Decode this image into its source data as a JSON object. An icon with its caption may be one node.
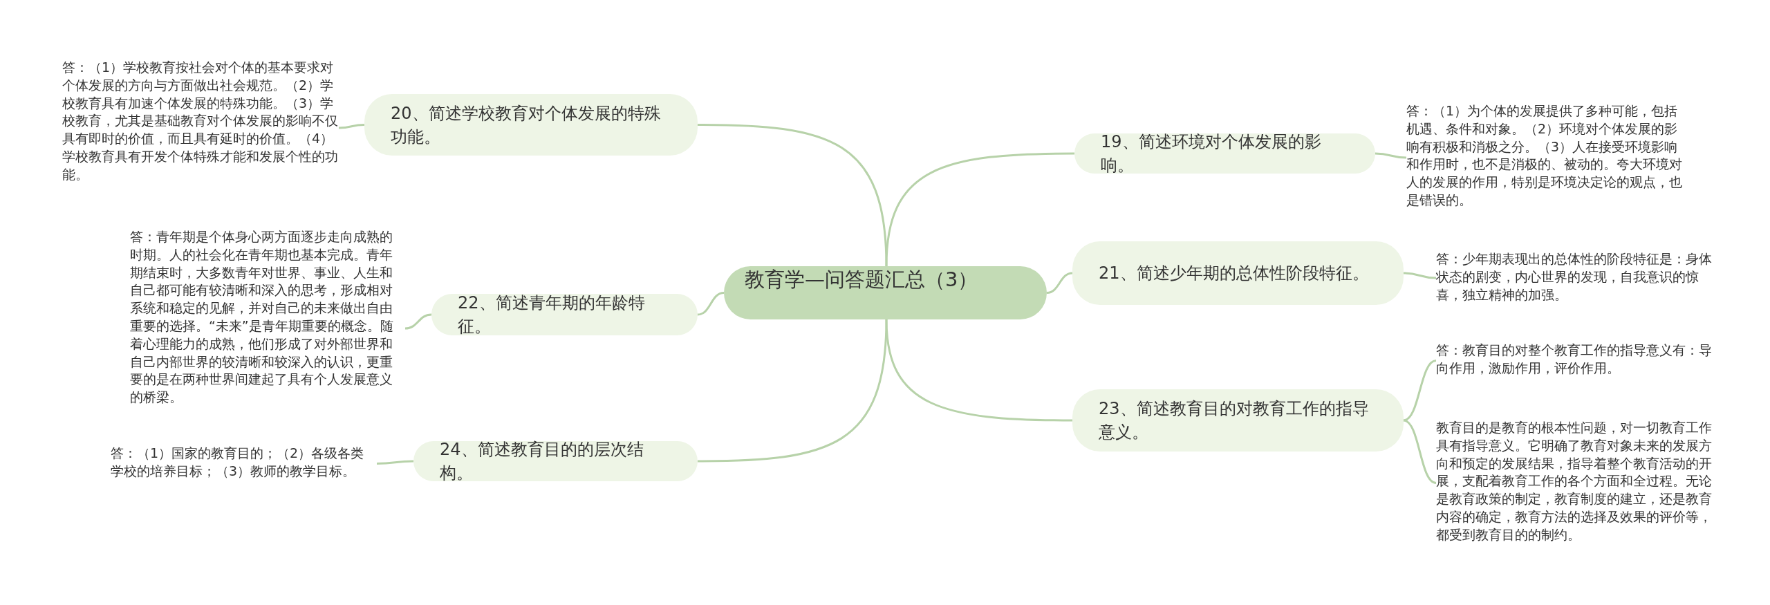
{
  "diagram": {
    "nodes": [
      {
        "text": [
          "教育学—问答题汇总（3）"
        ]
      },
      {
        "text": [
          "20、简述学校教育对个体发展的特殊功能。"
        ]
      },
      {
        "text": [
          "答：（1）学校教育按社会对个体的基本要求对个体发展的方向与方面做出社会规范。（2）学校教育具有加速个体发展的特殊功能。（3）学校教育，尤其是基础教育对个体发展的影响不仅具有即时的价值，而且具有延时的价值。（4）学校教育具有开发个体特殊才能和发展个性的功能。"
        ]
      },
      {
        "text": [
          "22、简述青年期的年龄特征。"
        ]
      },
      {
        "text": [
          "答：青年期是个体身心两方面逐步走向成熟的时期。人的社会化在青年期也基本完成。青年期结束时，大多数青年对世界、事业、人生和自己都可能有较清晰和深入的思考，形成相对系统和稳定的见解，并对自己的未来做出自由重要的选择。“未来”是青年期重要的概念。随着心理能力的成熟，他们形成了对外部世界和自己内部世界的较清晰和较深入的认识，更重要的是在两种世界间建起了具有个人发展意义的桥梁。"
        ]
      },
      {
        "text": [
          "24、简述教育目的的层次结构。"
        ]
      },
      {
        "text": [
          "答：（1）国家的教育目的；（2）各级各类学校的培养目标；（3）教师的教学目标。"
        ]
      },
      {
        "text": [
          "19、简述环境对个体发展的影响。"
        ]
      },
      {
        "text": [
          "答：（1）为个体的发展提供了多种可能，包括机遇、条件和对象。（2）环境对个体发展的影响有积极和消极之分。（3）人在接受环境影响和作用时，也不是消极的、被动的。夸大环境对人的发展的作用，特别是环境决定论的观点，也是错误的。"
        ]
      },
      {
        "text": [
          "21、简述少年期的总体性阶段特征。"
        ]
      },
      {
        "text": [
          "答：少年期表现出的总体性的阶段特征是：身体状态的剧变，内心世界的发现，自我意识的惊喜，独立精神的加强。"
        ]
      },
      {
        "text": [
          "23、简述教育目的对教育工作的指导意义。"
        ]
      },
      {
        "text": [
          "答：教育目的对整个教育工作的指导意义有：导向作用，激励作用，评价作用。"
        ]
      },
      {
        "text": [
          "教育目的是教育的根本性问题，对一切教育工作具有指导意义。它明确了教育对象未来的发展方向和预定的发展结果，指导着整个教育活动的开展，支配着教育工作的各个方面和全过程。无论是教育政策的制定，教育制度的建立，还是教育内容的确定，教育方法的选择及效果的评价等，都受到教育目的的制约。"
        ]
      }
    ],
    "edges": [
      {
        "from": 0,
        "to": 1,
        "arrow": "none"
      },
      {
        "from": 1,
        "to": 2,
        "arrow": "none"
      },
      {
        "from": 0,
        "to": 3,
        "arrow": "none"
      },
      {
        "from": 3,
        "to": 4,
        "arrow": "none"
      },
      {
        "from": 0,
        "to": 5,
        "arrow": "none"
      },
      {
        "from": 5,
        "to": 6,
        "arrow": "none"
      },
      {
        "from": 0,
        "to": 7,
        "arrow": "none"
      },
      {
        "from": 7,
        "to": 8,
        "arrow": "none"
      },
      {
        "from": 0,
        "to": 9,
        "arrow": "none"
      },
      {
        "from": 9,
        "to": 10,
        "arrow": "none"
      },
      {
        "from": 0,
        "to": 11,
        "arrow": "none"
      },
      {
        "from": 11,
        "to": 12,
        "arrow": "none"
      },
      {
        "from": 11,
        "to": 13,
        "arrow": "none"
      }
    ]
  }
}
